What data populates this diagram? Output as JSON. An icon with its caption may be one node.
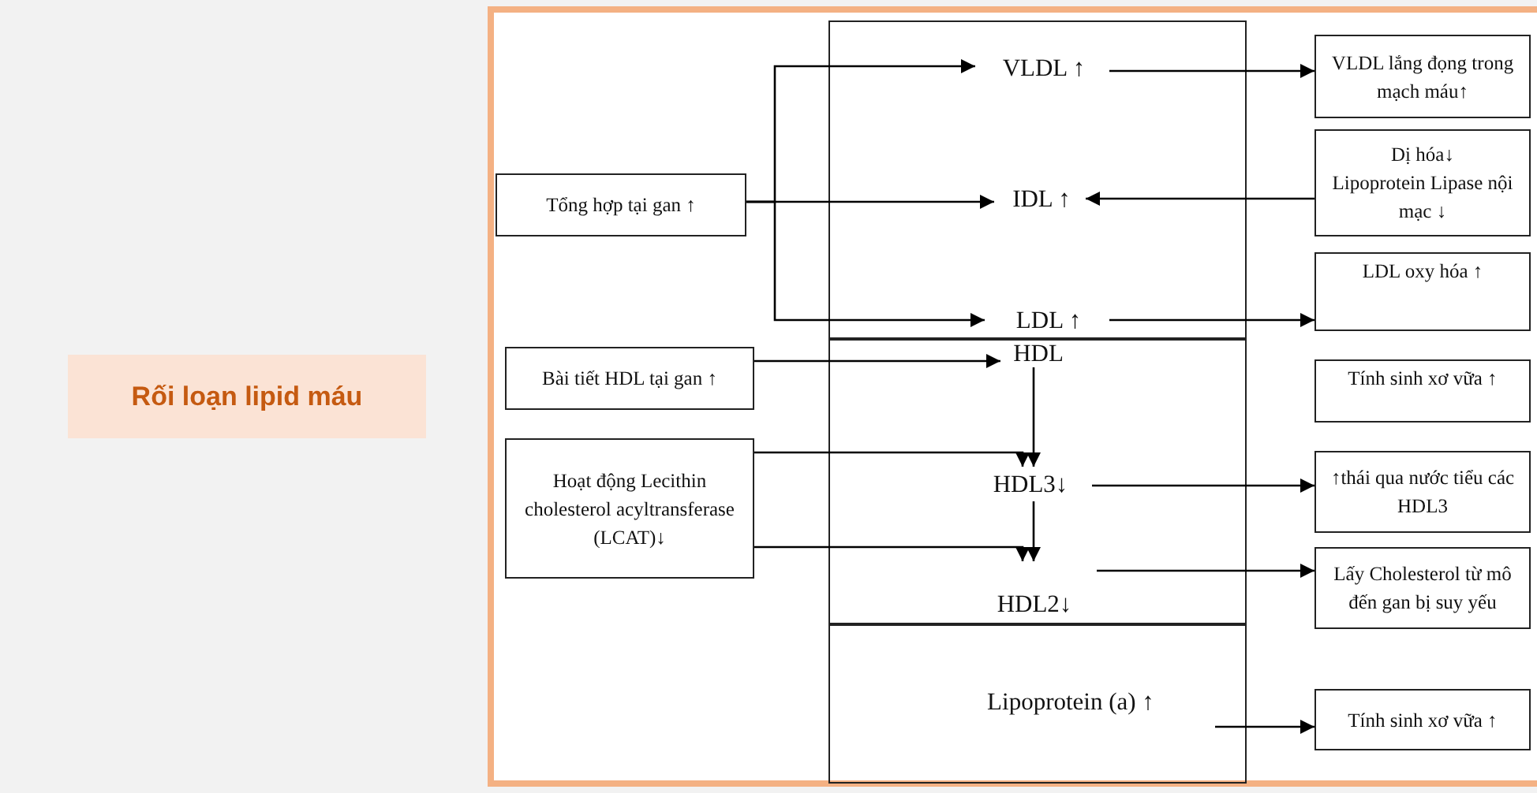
{
  "diagram": {
    "nodes": [
      {
        "text": [
          "Rối loạn lipid máu"
        ]
      },
      {
        "text": [
          "Tổng hợp tại gan ↑"
        ]
      },
      {
        "text": [
          "Bài tiết HDL tại gan ↑"
        ]
      },
      {
        "text": [
          "Hoạt động Lecithin cholesterol acyltransferase (LCAT)↓"
        ]
      },
      {
        "text": [],
        "shape": "box"
      },
      {
        "text": [
          "VLDL ↑"
        ],
        "in": 4
      },
      {
        "text": [
          "IDL ↑"
        ],
        "in": 4
      },
      {
        "text": [
          "LDL ↑"
        ],
        "in": 4
      },
      {
        "text": [],
        "shape": "box"
      },
      {
        "text": [
          "HDL"
        ],
        "in": 8
      },
      {
        "text": [
          "HDL3↓"
        ],
        "in": 8
      },
      {
        "text": [
          "HDL2↓"
        ],
        "in": 8
      },
      {
        "text": [],
        "shape": "box"
      },
      {
        "text": [
          "Lipoprotein (a) ↑"
        ],
        "in": 12
      },
      {
        "text": [
          "VLDL lắng đọng trong mạch máu↑"
        ]
      },
      {
        "text": [
          "Dị hóa↓",
          "Lipoprotein Lipase nội mạc ↓"
        ]
      },
      {
        "text": [
          "LDL oxy hóa ↑"
        ]
      },
      {
        "text": [
          "Tính sinh xơ vữa ↑"
        ]
      },
      {
        "text": [
          "↑thái qua nước tiểu các HDL3"
        ]
      },
      {
        "text": [
          "Lấy Cholesterol từ mô đến gan bị suy yếu"
        ]
      },
      {
        "text": [
          "Tính sinh xơ vữa ↑"
        ]
      }
    ],
    "edges": [
      {
        "from": 1,
        "to": 5,
        "arrow": "to"
      },
      {
        "from": 1,
        "to": 6,
        "arrow": "to"
      },
      {
        "from": 1,
        "to": 7,
        "arrow": "to"
      },
      {
        "from": 15,
        "to": 6,
        "arrow": "to"
      },
      {
        "from": 5,
        "to": 14,
        "arrow": "to"
      },
      {
        "from": 7,
        "to": 16,
        "arrow": "to"
      },
      {
        "from": 2,
        "to": 9,
        "arrow": "to"
      },
      {
        "from": 9,
        "to": 10,
        "arrow": "to"
      },
      {
        "from": 3,
        "to": 10,
        "arrow": "to"
      },
      {
        "from": 3,
        "to": 11,
        "arrow": "to"
      },
      {
        "from": 10,
        "to": 11,
        "arrow": "to"
      },
      {
        "from": 10,
        "to": 18,
        "arrow": "to"
      },
      {
        "from": 11,
        "to": 19,
        "arrow": "to"
      },
      {
        "from": 13,
        "to": 20,
        "arrow": "to"
      }
    ]
  }
}
